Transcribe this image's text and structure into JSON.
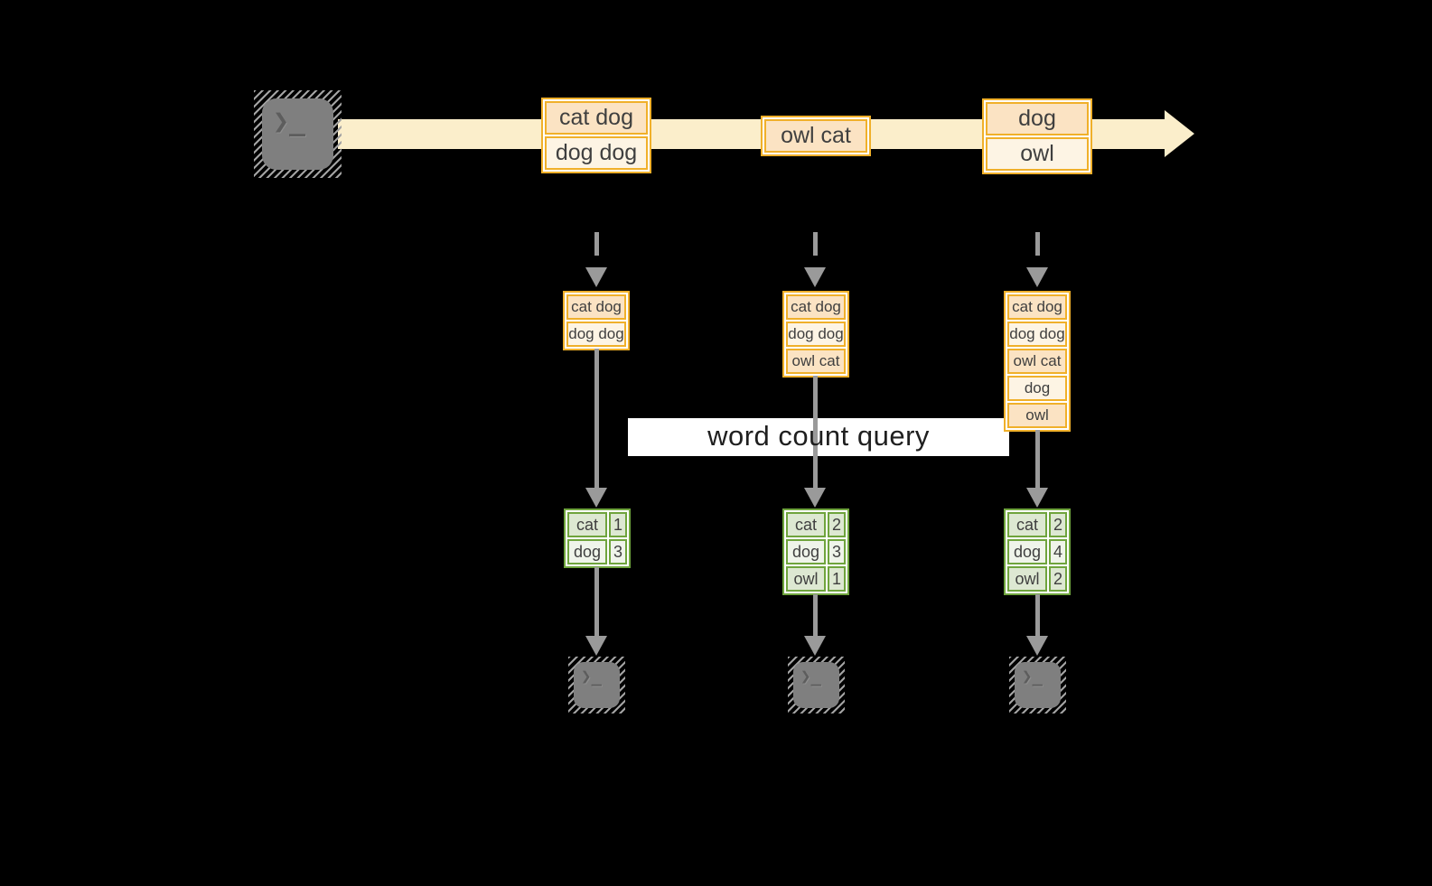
{
  "label": {
    "text": "word count query"
  },
  "icons": {
    "source": "terminal-icon",
    "sinks": [
      "terminal-icon",
      "terminal-icon",
      "terminal-icon"
    ],
    "terminal_prompt": "❯_"
  },
  "stream": {
    "events": [
      {
        "lines": [
          "cat dog",
          "dog dog"
        ]
      },
      {
        "lines": [
          "owl cat"
        ]
      },
      {
        "lines": [
          "dog",
          "owl"
        ]
      }
    ]
  },
  "pipelines": [
    {
      "buffered_lines": [
        "cat dog",
        "dog dog"
      ],
      "counts": [
        {
          "word": "cat",
          "count": "1"
        },
        {
          "word": "dog",
          "count": "3"
        }
      ]
    },
    {
      "buffered_lines": [
        "cat dog",
        "dog dog",
        "owl cat"
      ],
      "counts": [
        {
          "word": "cat",
          "count": "2"
        },
        {
          "word": "dog",
          "count": "3"
        },
        {
          "word": "owl",
          "count": "1"
        }
      ]
    },
    {
      "buffered_lines": [
        "cat dog",
        "dog dog",
        "owl cat",
        "dog",
        "owl"
      ],
      "counts": [
        {
          "word": "cat",
          "count": "2"
        },
        {
          "word": "dog",
          "count": "4"
        },
        {
          "word": "owl",
          "count": "2"
        }
      ]
    }
  ],
  "colors": {
    "background": "#000000",
    "stream_band": "#fbeecb",
    "amber_border": "#f0b02a",
    "peach_fill": "#fbe3c3",
    "cream_fill": "#fdf4e4",
    "green_border": "#6fa43d",
    "sage_fill": "#dde8d2",
    "light_sage_fill": "#eff4ea",
    "arrow_gray": "#9a9a9a",
    "terminal_gray": "#7f7f7f",
    "text_dark": "#3f3f3f",
    "label_bg": "#ffffff",
    "label_text": "#1f1f1f"
  }
}
